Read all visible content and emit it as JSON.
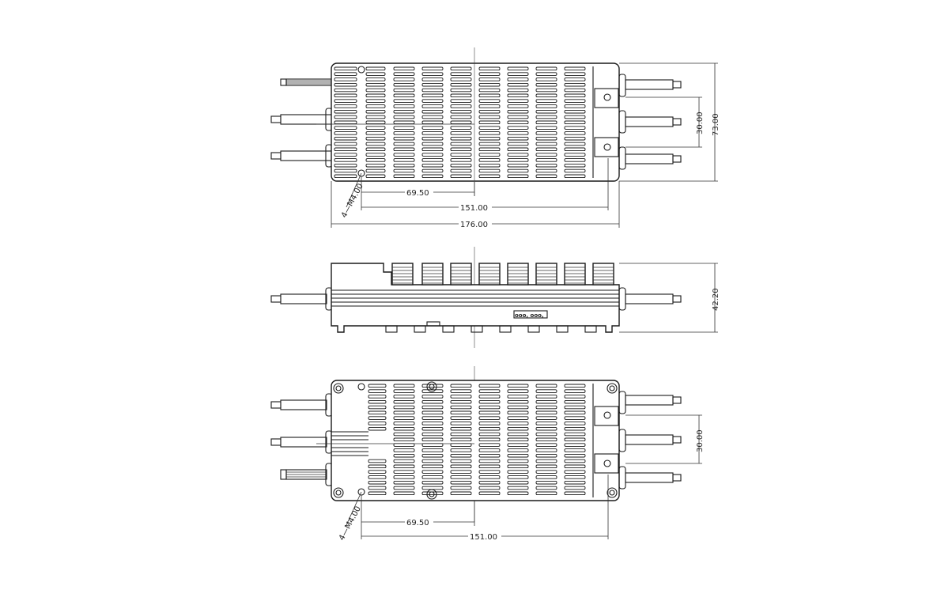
{
  "views": {
    "top": {
      "dims": {
        "half_length": "69.50",
        "hole_spacing": "151.00",
        "overall_length": "176.00",
        "terminal_pitch": "30.00",
        "overall_width": "73.00",
        "holes": "4—M4.00"
      }
    },
    "side": {
      "dims": {
        "height": "42.20"
      },
      "port_label": "ooo, ooo,"
    },
    "bottom": {
      "dims": {
        "half_length": "69.50",
        "hole_spacing": "151.00",
        "terminal_pitch": "30.00",
        "holes": "4—M4.00"
      }
    }
  }
}
